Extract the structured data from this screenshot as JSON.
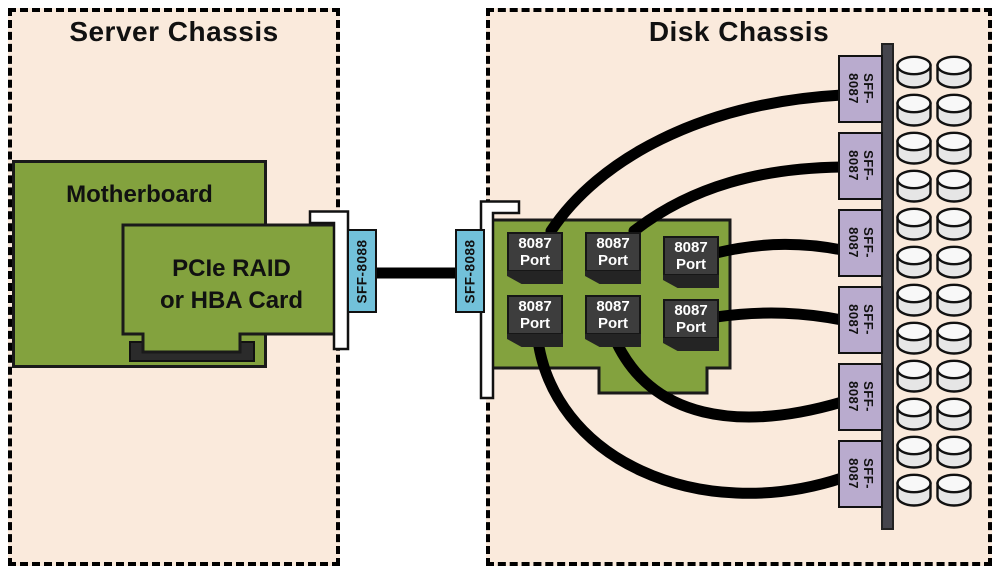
{
  "server_chassis": {
    "title": "Server Chassis",
    "motherboard_label": "Motherboard",
    "raid_card_label": "PCIe RAID\nor HBA Card",
    "external_connector_label": "SFF-8088"
  },
  "disk_chassis": {
    "title": "Disk Chassis",
    "external_connector_label": "SFF-8088",
    "port_label": "8087\nPort",
    "port_count": 6,
    "backplane_connector_label": "SFF-\n8087",
    "backplane_connector_count": 6,
    "disks": {
      "columns": 2,
      "rows": 12
    }
  },
  "colors": {
    "chassis_bg": "#FAEADC",
    "board_green": "#83A23E",
    "connector_blue": "#72C1DA",
    "connector_purple": "#B9ABCE",
    "port_face": "#3D3D3D",
    "port_shadow": "#242424",
    "backplane_bar": "#45454D",
    "bracket_white": "#FFFFFF",
    "cable_black": "#000000",
    "outline": "#111111"
  }
}
